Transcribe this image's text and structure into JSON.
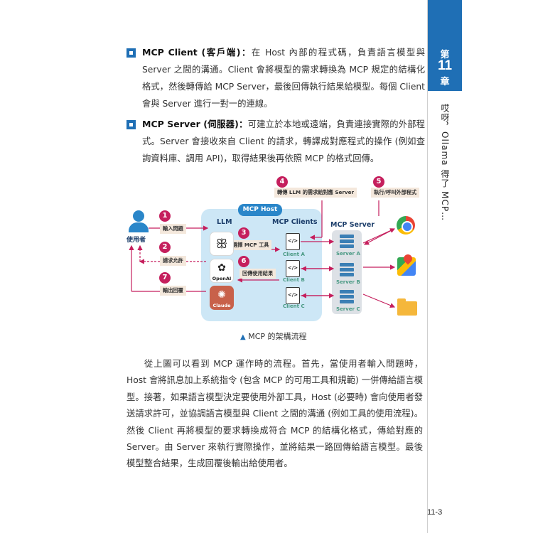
{
  "chapter": {
    "prefix": "第",
    "number": "11",
    "suffix": "章",
    "title": "哎呀，Ollama 得了 MCP…"
  },
  "bullets": [
    {
      "term": "MCP Client (客戶端)：",
      "text": "在 Host 內部的程式碼，負責語言模型與 Server 之間的溝通。Client 會將模型的需求轉換為 MCP 規定的結構化格式，然後轉傳給 MCP Server，最後回傳執行結果給模型。每個 Client 會與 Server 進行一對一的連線。"
    },
    {
      "term": "MCP Server (伺服器)：",
      "text": "可建立於本地或遠端，負責連接實際的外部程式。Server 會接收來自 Client 的請求，轉譯成對應程式的操作 (例如查詢資料庫、調用 API)，取得結果後再依照 MCP 的格式回傳。"
    }
  ],
  "figure": {
    "user_label": "使用者",
    "host_label": "MCP Host",
    "llm_label": "LLM",
    "clients_label": "MCP Clients",
    "server_label": "MCP Server",
    "steps": [
      {
        "num": "1",
        "label": "輸入問題"
      },
      {
        "num": "2",
        "label": "請求允許"
      },
      {
        "num": "3",
        "label": "選擇 MCP 工具"
      },
      {
        "num": "4",
        "label": "轉傳 LLM 的需求給對應 Server"
      },
      {
        "num": "5",
        "label": "執行/呼叫外部程式"
      },
      {
        "num": "6",
        "label": "回傳使用結果"
      },
      {
        "num": "7",
        "label": "輸出回覆"
      }
    ],
    "models": [
      "OpenAI",
      "Claude"
    ],
    "clients": [
      "Client A",
      "Client B",
      "Client C"
    ],
    "servers": [
      "Server A",
      "Server B",
      "Server C"
    ],
    "client_glyph": "</>",
    "maps_glyph": "G",
    "colors": {
      "accent": "#1f6fb5",
      "step": "#c51f5d",
      "client": "#4a9a84"
    }
  },
  "caption": "MCP 的架構流程",
  "caption_marker": "▲",
  "paragraph": "從上圖可以看到 MCP 運作時的流程。首先，當使用者輸入問題時，Host 會將訊息加上系統指令 (包含 MCP 的可用工具和規範) 一併傳給語言模型。接著，如果語言模型決定要使用外部工具，Host (必要時) 會向使用者發送請求許可，並協調語言模型與 Client 之間的溝通 (例如工具的使用流程)。然後 Client 再將模型的要求轉換成符合 MCP 的結構化格式，傳給對應的 Server。由 Server 來執行實際操作，並將結果一路回傳給語言模型。最後模型整合結果，生成回覆後輸出給使用者。",
  "page_number": "11-3"
}
